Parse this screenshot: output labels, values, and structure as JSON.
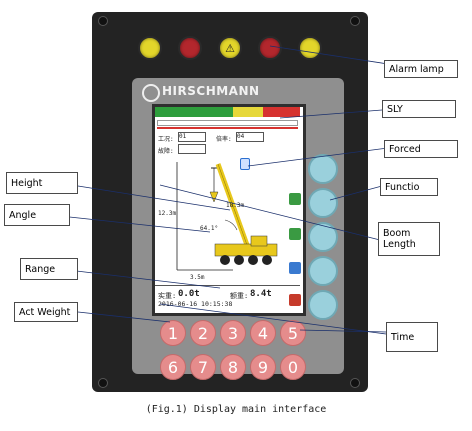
{
  "brand": "HIRSCHMANN",
  "screen": {
    "field1_label": "工况:",
    "field1_value": "01",
    "field2_label": "倍率:",
    "field2_value": "04",
    "field3_label": "故障:",
    "height_value": "12.3m",
    "boom_value": "18.3m",
    "angle_value": "64.1°",
    "range_value": "3.5m",
    "actual_label": "实重:",
    "actual_value": "0.0t",
    "rated_label": "额重:",
    "rated_value": "8.4t",
    "datetime": "2016-06-16 10:15:38"
  },
  "keys": [
    "1",
    "2",
    "3",
    "4",
    "5",
    "6",
    "7",
    "8",
    "9",
    "0"
  ],
  "callouts": {
    "alarm_lamp": "Alarm lamp",
    "sly": "SLY",
    "forced": "Forced",
    "function": "Functio",
    "boom_length_line1": "Boom",
    "boom_length_line2": "Length",
    "height": "Height",
    "angle": "Angle",
    "range": "Range",
    "act_weight": "Act Weight",
    "time": "Time"
  },
  "caption": "(Fig.1) Display main interface",
  "colors": {
    "lamp_yellow": "#e3d62a",
    "lamp_red": "#b3272d",
    "bar_green": "#2e9e3c",
    "bar_yellow": "#e6d83a",
    "bar_red": "#d6322f",
    "touch_button": "#9ad0dc",
    "num_key": "#e58c8c"
  }
}
